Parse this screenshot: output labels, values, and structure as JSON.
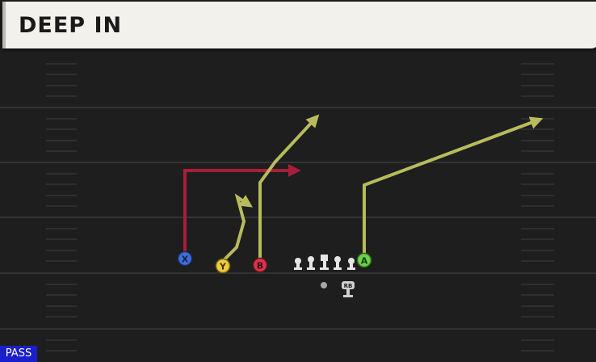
{
  "play": {
    "name": "DEEP IN",
    "type_badge": "PASS"
  },
  "receivers": [
    {
      "button": "X",
      "color": "#3f6fd6",
      "route_color": "#a81e3a",
      "route": "in"
    },
    {
      "button": "Y",
      "color": "#f0cc3a",
      "route_color": "#b8bb5d",
      "route": "curl"
    },
    {
      "button": "B",
      "color": "#d8364a",
      "route_color": "#b8bb5d",
      "route": "post"
    },
    {
      "button": "A",
      "color": "#6ed04a",
      "route_color": "#b8bb5d",
      "route": "corner"
    }
  ],
  "backfield": {
    "rb_label": "RB"
  },
  "colors": {
    "field": "#1e1e1e",
    "yard_line": "#3a3a3a",
    "primary_route": "#a81e3a",
    "route": "#b8bb5d",
    "badge": "#1a1fc9"
  }
}
